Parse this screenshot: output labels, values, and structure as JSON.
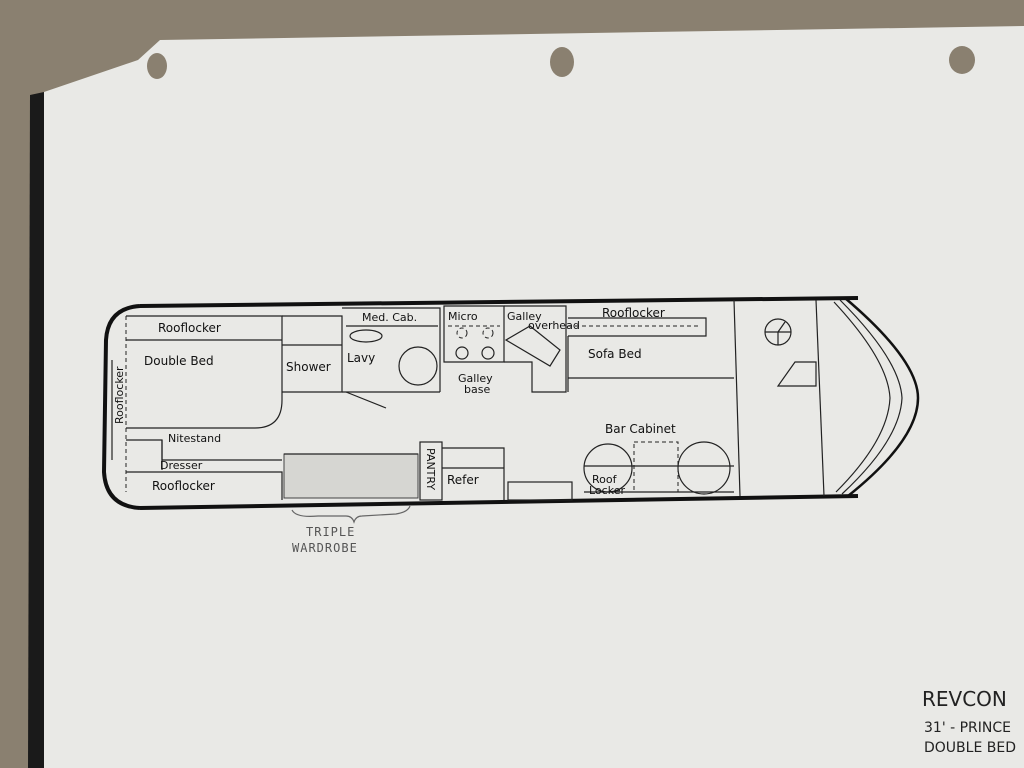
{
  "floorplan": {
    "rooms": {
      "rooflocker_top": "Rooflocker",
      "double_bed": "Double Bed",
      "rooflocker_side": "Rooflocker",
      "nitestand": "Nitestand",
      "dresser": "Dresser",
      "rooflocker_bottom": "Rooflocker",
      "shower": "Shower",
      "med_cab": "Med. Cab.",
      "lavy": "Lavy",
      "micro": "Micro",
      "galley_overhead_1": "Galley",
      "galley_overhead_2": "overhead",
      "galley_base_1": "Galley",
      "galley_base_2": "base",
      "rooflocker_front": "Rooflocker",
      "sofa_bed": "Sofa Bed",
      "bar_cabinet": "Bar Cabinet",
      "roof_locker_1": "Roof",
      "roof_locker_2": "Locker",
      "refer": "Refer",
      "pantry": "PANTRY"
    },
    "handwritten": {
      "line1": "TRIPLE",
      "line2": "WARDROBE"
    }
  },
  "title_block": {
    "line1": "REVCON",
    "line2": "31' - PRINCE",
    "line3": "DOUBLE BED"
  },
  "colors": {
    "paper": "#e9e9e6",
    "background": "#8a8070",
    "ink": "#111111"
  }
}
